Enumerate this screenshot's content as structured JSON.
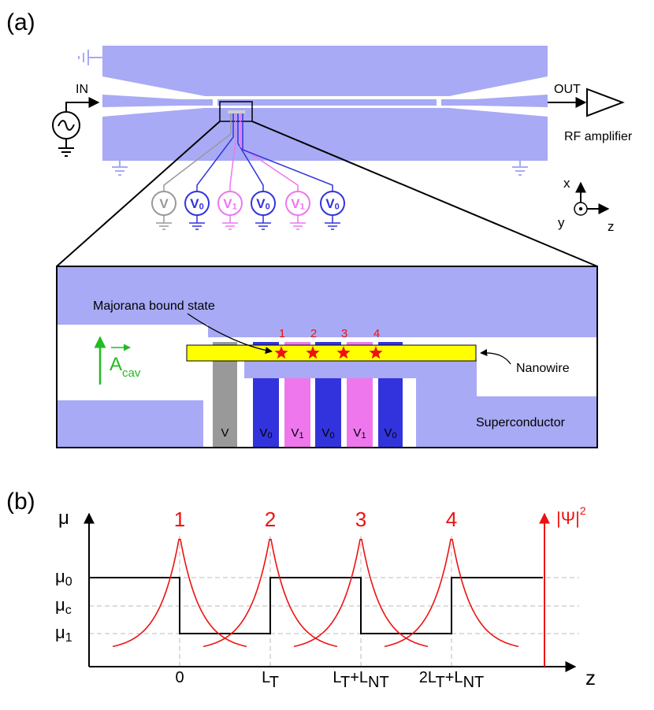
{
  "panel_a": {
    "label": "(a)",
    "input_label": "IN",
    "output_label": "OUT",
    "amplifier_label": "RF amplifier",
    "axes": {
      "x": "x",
      "y": "y",
      "z": "z"
    },
    "gate_voltages": [
      {
        "text": "V",
        "sub": "",
        "color": "#999999"
      },
      {
        "text": "V",
        "sub": "0",
        "color": "#3333dd"
      },
      {
        "text": "V",
        "sub": "1",
        "color": "#ee77ee"
      },
      {
        "text": "V",
        "sub": "0",
        "color": "#3333dd"
      },
      {
        "text": "V",
        "sub": "1",
        "color": "#ee77ee"
      },
      {
        "text": "V",
        "sub": "0",
        "color": "#3333dd"
      }
    ],
    "zoom": {
      "majorana_label": "Majorana bound state",
      "nanowire_label": "Nanowire",
      "superconductor_label": "Superconductor",
      "field_label": "A",
      "field_sub": "cav",
      "star_numbers": [
        "1",
        "2",
        "3",
        "4"
      ],
      "gate_labels": [
        {
          "text": "V",
          "sub": ""
        },
        {
          "text": "V",
          "sub": "0"
        },
        {
          "text": "V",
          "sub": "1"
        },
        {
          "text": "V",
          "sub": "0"
        },
        {
          "text": "V",
          "sub": "1"
        },
        {
          "text": "V",
          "sub": "0"
        }
      ]
    }
  },
  "panel_b": {
    "label": "(b)",
    "y_axis_label": "μ",
    "psi_axis_label": "|Ψ|",
    "psi_axis_sup": "2",
    "x_axis_label": "z",
    "y_ticks": [
      {
        "main": "μ",
        "sub": "0"
      },
      {
        "main": "μ",
        "sub": "c"
      },
      {
        "main": "μ",
        "sub": "1"
      }
    ],
    "x_ticks": [
      {
        "parts": [
          [
            "0",
            ""
          ]
        ]
      },
      {
        "parts": [
          [
            "L",
            "T"
          ]
        ]
      },
      {
        "parts": [
          [
            "L",
            "T"
          ],
          [
            "+L",
            "NT"
          ]
        ]
      },
      {
        "parts": [
          [
            "2L",
            "T"
          ],
          [
            "+L",
            "NT"
          ]
        ]
      }
    ],
    "peak_numbers": [
      "1",
      "2",
      "3",
      "4"
    ],
    "colors": {
      "profile": "#000000",
      "wavefunction": "#ee1111",
      "grid": "#bbbbbb"
    }
  },
  "colors": {
    "ground_plane": "#a8aaf5",
    "nanowire": "#ffff00",
    "star": "#ee1111",
    "gate_v0": "#3333dd",
    "gate_v1": "#ee77ee",
    "gate_v": "#999999"
  }
}
